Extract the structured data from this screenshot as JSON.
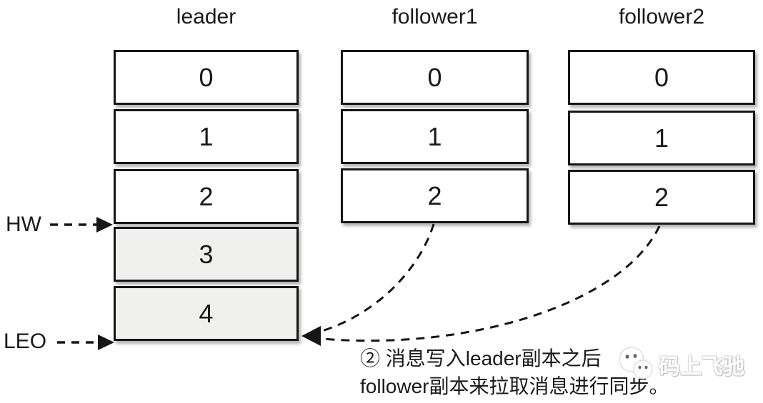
{
  "diagram": {
    "columns": [
      {
        "title": "leader",
        "cells": [
          "0",
          "1",
          "2",
          "3",
          "4"
        ],
        "shaded_cells": [
          "3",
          "4"
        ]
      },
      {
        "title": "follower1",
        "cells": [
          "0",
          "1",
          "2"
        ],
        "shaded_cells": []
      },
      {
        "title": "follower2",
        "cells": [
          "0",
          "1",
          "2"
        ],
        "shaded_cells": []
      }
    ],
    "markers": {
      "hw": "HW",
      "leo": "LEO"
    },
    "annotation": {
      "line1": "② 消息写入leader副本之后",
      "line2": "follower副本来拉取消息进行同步。"
    },
    "watermark": {
      "text": "码上飞驰",
      "icon": "wechat-bubbles-icon"
    },
    "colors": {
      "background": "#ffffff",
      "box_border": "#161616",
      "shaded_fill": "#f0f0ee",
      "text": "#1a1a1a",
      "watermark_text": "#ffffff"
    }
  }
}
